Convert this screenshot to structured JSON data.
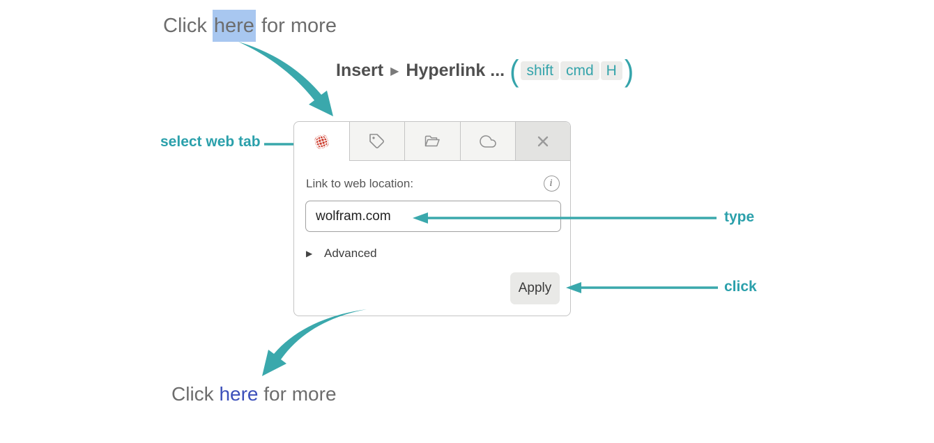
{
  "colors": {
    "teal": "#35a4ab",
    "selection_highlight": "#a8c7f0",
    "link_blue": "#3c50ba",
    "globe_red": "#cc3b2c",
    "tab_icon_gray": "#8e8e8e"
  },
  "top_annotation": {
    "pre": "Click ",
    "highlight": "here",
    "post": " for more"
  },
  "menu_shortcut": {
    "menu": "Insert",
    "separator": "▶",
    "item": "Hyperlink ...",
    "paren_open": "(",
    "keys": [
      "shift",
      "cmd",
      "H"
    ],
    "paren_close": ")"
  },
  "callouts": {
    "select_web_tab": "select web tab",
    "type": "type",
    "click": "click"
  },
  "dialog": {
    "tabs": [
      {
        "icon": "globe",
        "selected": true
      },
      {
        "icon": "tag",
        "selected": false
      },
      {
        "icon": "folder",
        "selected": false
      },
      {
        "icon": "cloud",
        "selected": false
      },
      {
        "icon": "close",
        "selected": false
      }
    ],
    "field_label": "Link to web location:",
    "info_glyph": "i",
    "input_value": "wolfram.com",
    "advanced_triangle": "▶",
    "advanced_label": "Advanced",
    "apply_label": "Apply"
  },
  "bottom_annotation": {
    "pre": "Click ",
    "link": "here",
    "post": " for more"
  }
}
